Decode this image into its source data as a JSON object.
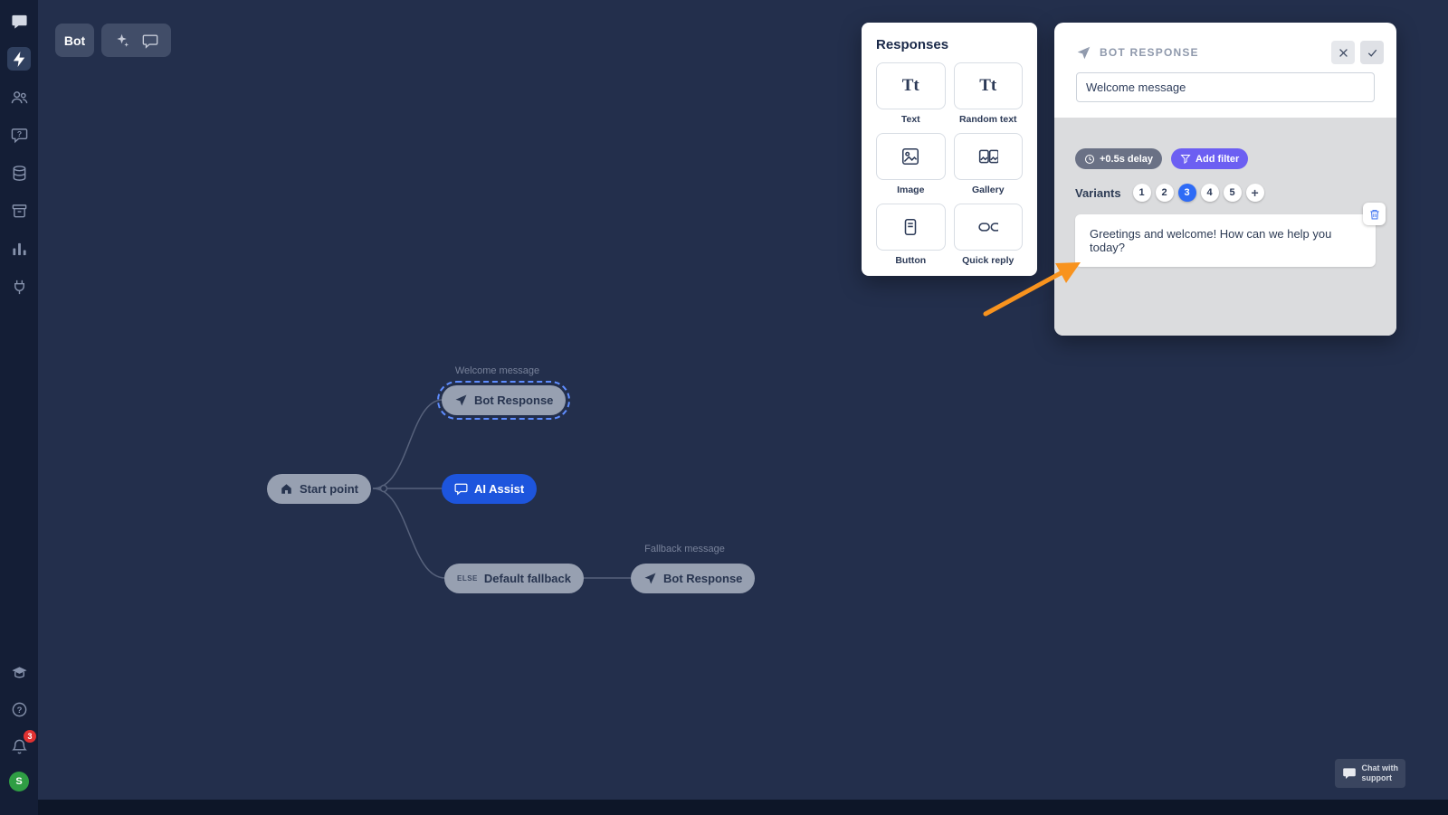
{
  "colors": {
    "canvas_bg": "#232f4c",
    "sidebar_bg": "#141e36",
    "accent_blue": "#2e6bf6",
    "ai_node_blue": "#1d55dd",
    "filter_purple": "#6c5ff2",
    "arrow_orange": "#f8931e",
    "notification_red": "#e03131",
    "avatar_green": "#2f9e44"
  },
  "toolbar": {
    "bot_label": "Bot"
  },
  "sidebar": {
    "top_icons": [
      "chatbot-logo",
      "lightning",
      "team",
      "chat-question",
      "database",
      "archive",
      "reports",
      "integrations"
    ],
    "bottom_icons": [
      "academy",
      "help",
      "notifications",
      "profile"
    ],
    "notification_count": "3",
    "avatar_initial": "S",
    "question_glyph": "?"
  },
  "canvas": {
    "nodes": {
      "start": {
        "label": "Start point"
      },
      "welcome_response": {
        "label": "Bot Response",
        "caption": "Welcome message",
        "selected": true
      },
      "ai_assist": {
        "label": "AI Assist"
      },
      "default_fallback": {
        "label": "Default fallback",
        "badge": "ELSE"
      },
      "fallback_response": {
        "label": "Bot Response",
        "caption": "Fallback message"
      }
    }
  },
  "responses_panel": {
    "title": "Responses",
    "items": [
      {
        "label": "Text",
        "glyph": "Tt"
      },
      {
        "label": "Random text",
        "glyph": "Tt"
      },
      {
        "label": "Image"
      },
      {
        "label": "Gallery"
      },
      {
        "label": "Button"
      },
      {
        "label": "Quick reply"
      }
    ]
  },
  "editor": {
    "title": "BOT RESPONSE",
    "name_value": "Welcome message",
    "delay_label": "+0.5s delay",
    "filter_label": "Add filter",
    "variants_label": "Variants",
    "variant_numbers": [
      "1",
      "2",
      "3",
      "4",
      "5"
    ],
    "active_variant": "3",
    "add_variant_glyph": "+",
    "message": "Greetings and welcome! How can we help you today?"
  },
  "support": {
    "line1": "Chat with",
    "line2": "support"
  }
}
